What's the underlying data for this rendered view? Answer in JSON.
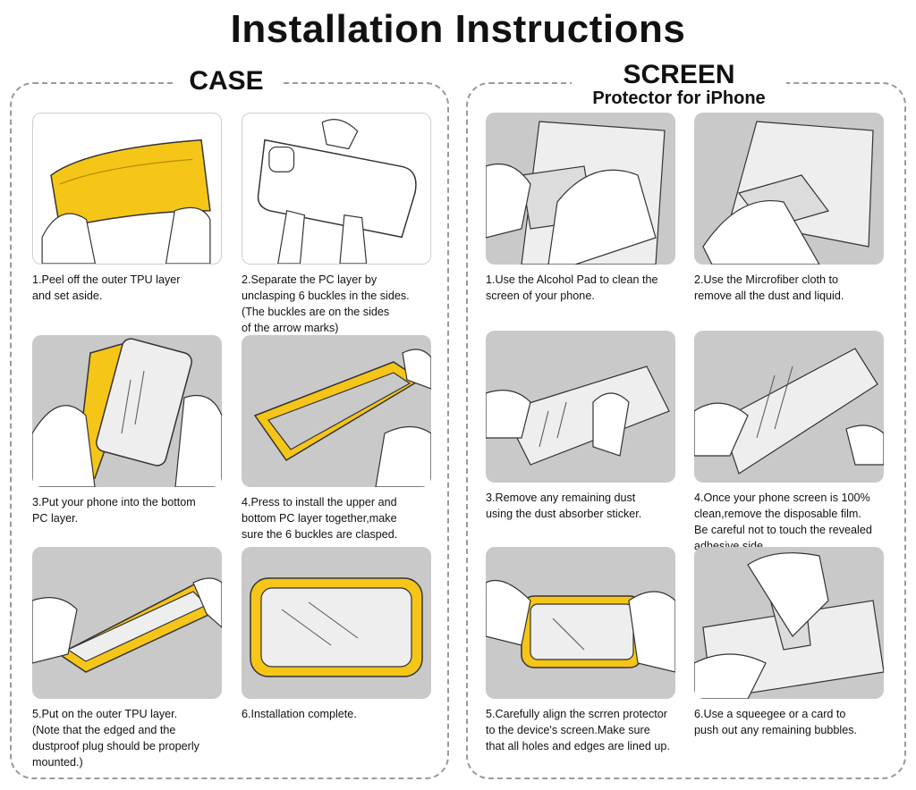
{
  "title": "Installation Instructions",
  "case": {
    "heading": "CASE",
    "steps": [
      {
        "caption": "1.Peel off the outer TPU layer\nand set aside."
      },
      {
        "caption": "2.Separate the PC layer by\nunclasping 6 buckles in the sides.\n(The buckles are on the sides\nof the arrow marks)"
      },
      {
        "caption": "3.Put your phone into the bottom\nPC layer."
      },
      {
        "caption": "4.Press to install the upper and\nbottom PC layer together,make\nsure the 6 buckles are clasped."
      },
      {
        "caption": "5.Put on the outer TPU layer.\n(Note that the edged and the\ndustproof plug should be properly\nmounted.)"
      },
      {
        "caption": "6.Installation complete."
      }
    ]
  },
  "screen": {
    "heading": "SCREEN",
    "subheading": "Protector for iPhone",
    "steps": [
      {
        "caption": "1.Use the Alcohol Pad to clean the\nscreen of your phone."
      },
      {
        "caption": "2.Use the Mircrofiber cloth to\nremove all the dust and liquid."
      },
      {
        "caption": "3.Remove any remaining dust\nusing the dust absorber sticker."
      },
      {
        "caption": "4.Once your phone screen is 100%\nclean,remove the disposable film.\nBe careful not to touch the revealed\nadhesive side."
      },
      {
        "caption": "5.Carefully align the scrren protector\nto the device's screen.Make sure\nthat all holes and edges are lined up."
      },
      {
        "caption": "6.Use a squeegee or a card to\npush out any remaining bubbles."
      }
    ]
  },
  "colors": {
    "accent": "#f5c518",
    "photo_bg": "#c9c9c9",
    "outline": "#333333"
  }
}
